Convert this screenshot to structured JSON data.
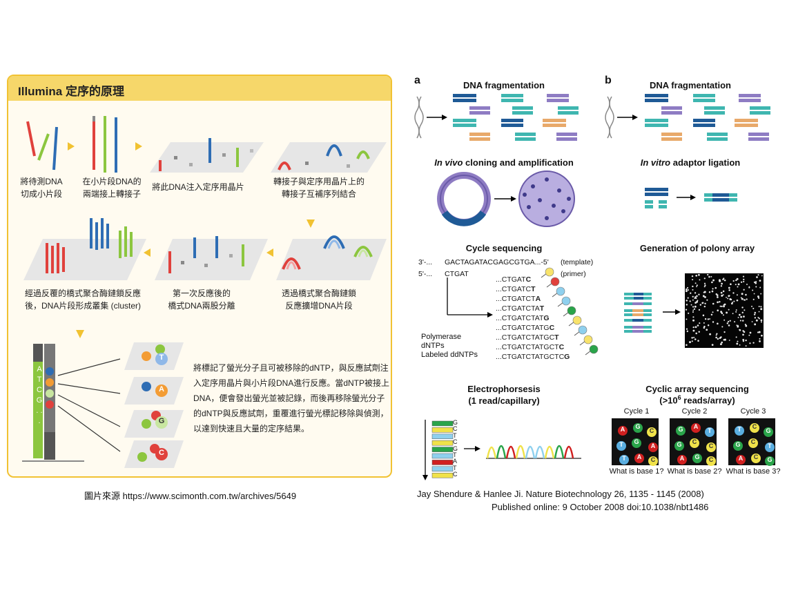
{
  "left": {
    "title": "Illumina 定序的原理",
    "steps": [
      {
        "line1": "將待測DNA",
        "line2": "切成小片段"
      },
      {
        "line1": "在小片段DNA的",
        "line2": "兩端接上轉接子"
      },
      {
        "line1": "將此DNA注入定序用晶片",
        "line2": ""
      },
      {
        "line1": "轉接子與定序用晶片上的",
        "line2": "轉接子互補序列結合"
      },
      {
        "line1": "經過反覆的橋式聚合酶鏈鎖反應",
        "line2": "後，DNA片段形成叢集 (cluster)"
      },
      {
        "line1": "第一次反應後的",
        "line2": "橋式DNA兩股分離"
      },
      {
        "line1": "透過橋式聚合酶鏈鎖",
        "line2": "反應擴增DNA片段"
      }
    ],
    "strip_letters": "A T C G . . .",
    "base_letters": [
      "T",
      "A",
      "G",
      "C"
    ],
    "paragraph": [
      "將標記了螢光分子且可被移除的dNTP，與反應試劑注",
      "入定序用晶片與小片段DNA進行反應。當dNTP被接上",
      "DNA，便會發出螢光並被記錄，而後再移除螢光分子",
      "的dNTP與反應試劑，重覆進行螢光標記移除與偵測，",
      "以達到快速且大量的定序結果。"
    ]
  },
  "right": {
    "panel_a": "a",
    "panel_b": "b",
    "a_fragmentation": "DNA fragmentation",
    "b_fragmentation": "DNA fragmentation",
    "a_cloning_italic": "In vivo",
    "a_cloning_rest": " cloning and amplification",
    "b_ligation_italic": "In vitro",
    "b_ligation_rest": " adaptor ligation",
    "a_cycle_seq": "Cycle sequencing",
    "b_polony": "Generation of polony array",
    "template_left": "3'-...",
    "template_seq": "GACTAGATACGAGCGTGA...-5'",
    "template_label": "(template)",
    "primer_left": "5'-...",
    "primer_seq": "CTGAT",
    "primer_label": "(primer)",
    "ladder": [
      {
        "prefix": "...CTGAT",
        "bold": "C"
      },
      {
        "prefix": "...CTGATC",
        "bold": "T"
      },
      {
        "prefix": "...CTGATCT",
        "bold": "A"
      },
      {
        "prefix": "...CTGATCTA",
        "bold": "T"
      },
      {
        "prefix": "...CTGATCTAT",
        "bold": "G"
      },
      {
        "prefix": "...CTGATCTATG",
        "bold": "C"
      },
      {
        "prefix": "...CTGATCTATGC",
        "bold": "T"
      },
      {
        "prefix": "...CTGATCTATGCT",
        "bold": "C"
      },
      {
        "prefix": "...CTGATCTATGCTC",
        "bold": "G"
      }
    ],
    "reagents": [
      "Polymerase",
      "dNTPs",
      "Labeled ddNTPs"
    ],
    "electro_title1": "Electrophorsesis",
    "electro_title2": "(1 read/capillary)",
    "gel_letters": [
      "G",
      "C",
      "T",
      "C",
      "G",
      "T",
      "A",
      "T",
      "C"
    ],
    "cyclic_title1": "Cyclic array sequencing",
    "cyclic_title2_pre": "(>10",
    "cyclic_title2_sup": "6",
    "cyclic_title2_post": " reads/array)",
    "cycles": [
      {
        "label": "Cycle 1",
        "question": "What is base 1?",
        "letters": [
          "A",
          "G",
          "C",
          "T",
          "G",
          "A",
          "T",
          "A",
          "C"
        ]
      },
      {
        "label": "Cycle 2",
        "question": "What is base 2?",
        "letters": [
          "G",
          "A",
          "T",
          "G",
          "C",
          "C",
          "A",
          "G",
          "C"
        ]
      },
      {
        "label": "Cycle 3",
        "question": "What is base 3?",
        "letters": [
          "T",
          "C",
          "G",
          "G",
          "C",
          "T",
          "A",
          "C",
          "G"
        ]
      }
    ]
  },
  "captions": {
    "left_prefix": "圖片來源",
    "left_url": "https://www.scimonth.com.tw/archives/5649",
    "right_line1": "Jay Shendure & Hanlee Ji. Nature Biotechnology 26, 1135 - 1145 (2008)",
    "right_line2": "Published online: 9 October 2008 doi:10.1038/nbt1486"
  },
  "colors": {
    "gold": "#f1c232",
    "red": "#e0413c",
    "green": "#8cc63f",
    "blue": "#2e6db4",
    "orange": "#f39c34",
    "navy": "#1f5a96",
    "teal": "#3fb6b0",
    "purple": "#8e7cc3",
    "tan": "#e8a96a"
  }
}
